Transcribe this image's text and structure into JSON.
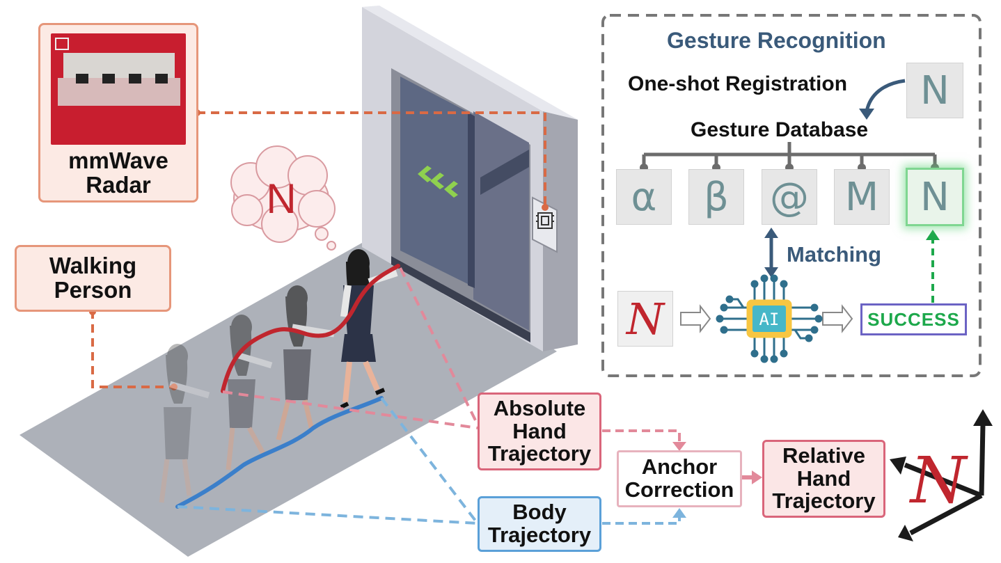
{
  "radar": {
    "label_line1": "mmWave",
    "label_line2": "Radar"
  },
  "person": {
    "label_line1": "Walking",
    "label_line2": "Person"
  },
  "thought_letter": "N",
  "gesture_recognition": {
    "title": "Gesture Recognition",
    "one_shot_label": "One-shot Registration",
    "registration_letter": "N",
    "database_label": "Gesture Database",
    "database_items": [
      "α",
      "β",
      "@",
      "M",
      "N"
    ],
    "matching_label": "Matching",
    "input_letter": "N",
    "ai_label": "AI",
    "success_label": "SUCCESS"
  },
  "pipeline": {
    "absolute": {
      "line1": "Absolute",
      "line2": "Hand",
      "line3": "Trajectory"
    },
    "body": {
      "line1": "Body",
      "line2": "Trajectory"
    },
    "anchor": {
      "line1": "Anchor",
      "line2": "Correction"
    },
    "relative": {
      "line1": "Relative",
      "line2": "Hand",
      "line3": "Trajectory"
    }
  },
  "axes_letter": "N",
  "colors": {
    "orange_dash": "#d96a45",
    "pink_dash": "#e2899a",
    "blue_dash": "#7db4dd",
    "hand_trajectory": "#c0262e",
    "body_trajectory": "#3b7fca",
    "success_green": "#1da84b"
  }
}
